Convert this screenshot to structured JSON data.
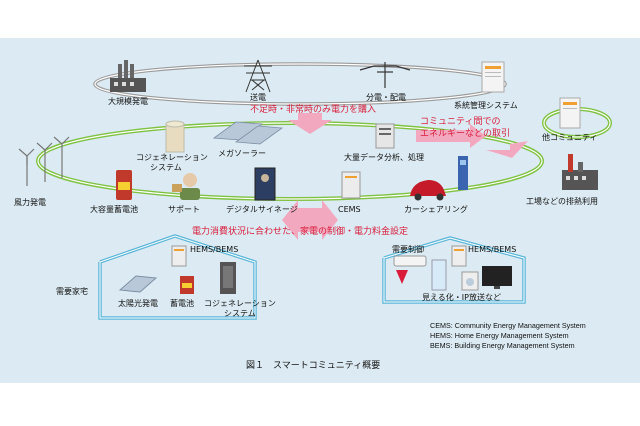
{
  "labels": {
    "large_power_plant": "大規模発電",
    "transmission": "送電",
    "distribution": "分電・配電",
    "grid_system": "系統管理システム",
    "other_community": "他コミュニティ",
    "buy_power": "不足時・非常時のみ電力を購入",
    "inter_community_1": "コミュニティ間での",
    "inter_community_2": "エネルギーなどの取引",
    "wind": "風力発電",
    "large_battery": "大容量蓄電池",
    "cogen_1": "コジェネレーション",
    "cogen_2": "システム",
    "mega_solar": "メガソーラー",
    "big_data": "大量データ分析、処理",
    "support": "サポート",
    "signage": "デジタルサイネージ",
    "cems": "CEMS",
    "car_sharing": "カーシェアリング",
    "factory_heat": "工場などの排熱利用",
    "demand_control": "電力消費状況に合わせた、家電の制御・電力料金設定",
    "hems_bems_left": "HEMS/BEMS",
    "hems_bems_right": "HEMS/BEMS",
    "demand_home": "需要家宅",
    "home_solar": "太陽光発電",
    "home_battery": "蓄電池",
    "home_cogen_1": "コジェネレーション",
    "home_cogen_2": "システム",
    "demand_control_right": "需要制御",
    "visualization": "見える化・IP放送など"
  },
  "legend": [
    "CEMS: Community Energy Management System",
    "HEMS: Home Energy Management System",
    "BEMS: Building Energy Management System"
  ],
  "caption": "図１　スマートコミュニティ概要",
  "colors": {
    "panel_bg": "#dcebf3",
    "ring_green": "#7fc241",
    "arrow_pink": "#f2a9c0",
    "text_red": "#d81c3a",
    "house_outline": "#5bb6d8"
  }
}
